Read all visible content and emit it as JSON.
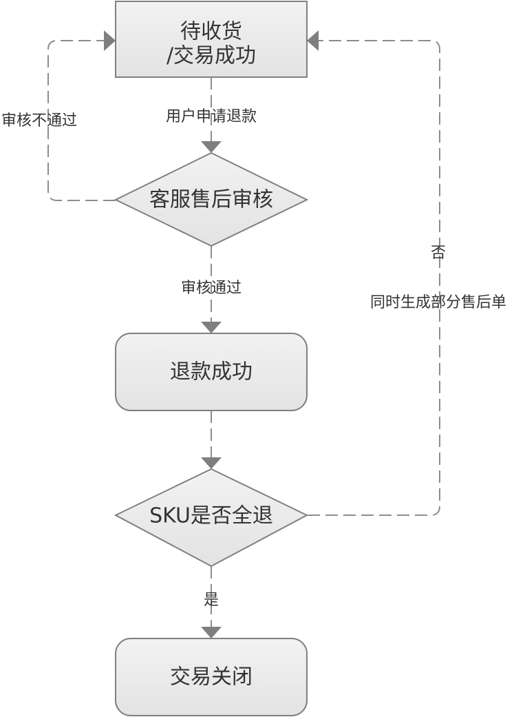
{
  "nodes": {
    "pending": {
      "line1": "待收货",
      "line2": "/交易成功"
    },
    "review": {
      "label": "客服售后审核"
    },
    "refund": {
      "label": "退款成功"
    },
    "sku_check": {
      "label": "SKU是否全退"
    },
    "closed": {
      "label": "交易关闭"
    }
  },
  "edges": {
    "apply_refund": "用户申请退款",
    "review_reject": "审核不通过",
    "review_pass": "审核通过",
    "yes": "是",
    "no": "否",
    "partial": "同时生成部分售后单"
  },
  "colors": {
    "box_fill": "#e6e6e6",
    "border": "#7f7f7f",
    "arrow": "#7f7f7f",
    "text": "#333333"
  }
}
